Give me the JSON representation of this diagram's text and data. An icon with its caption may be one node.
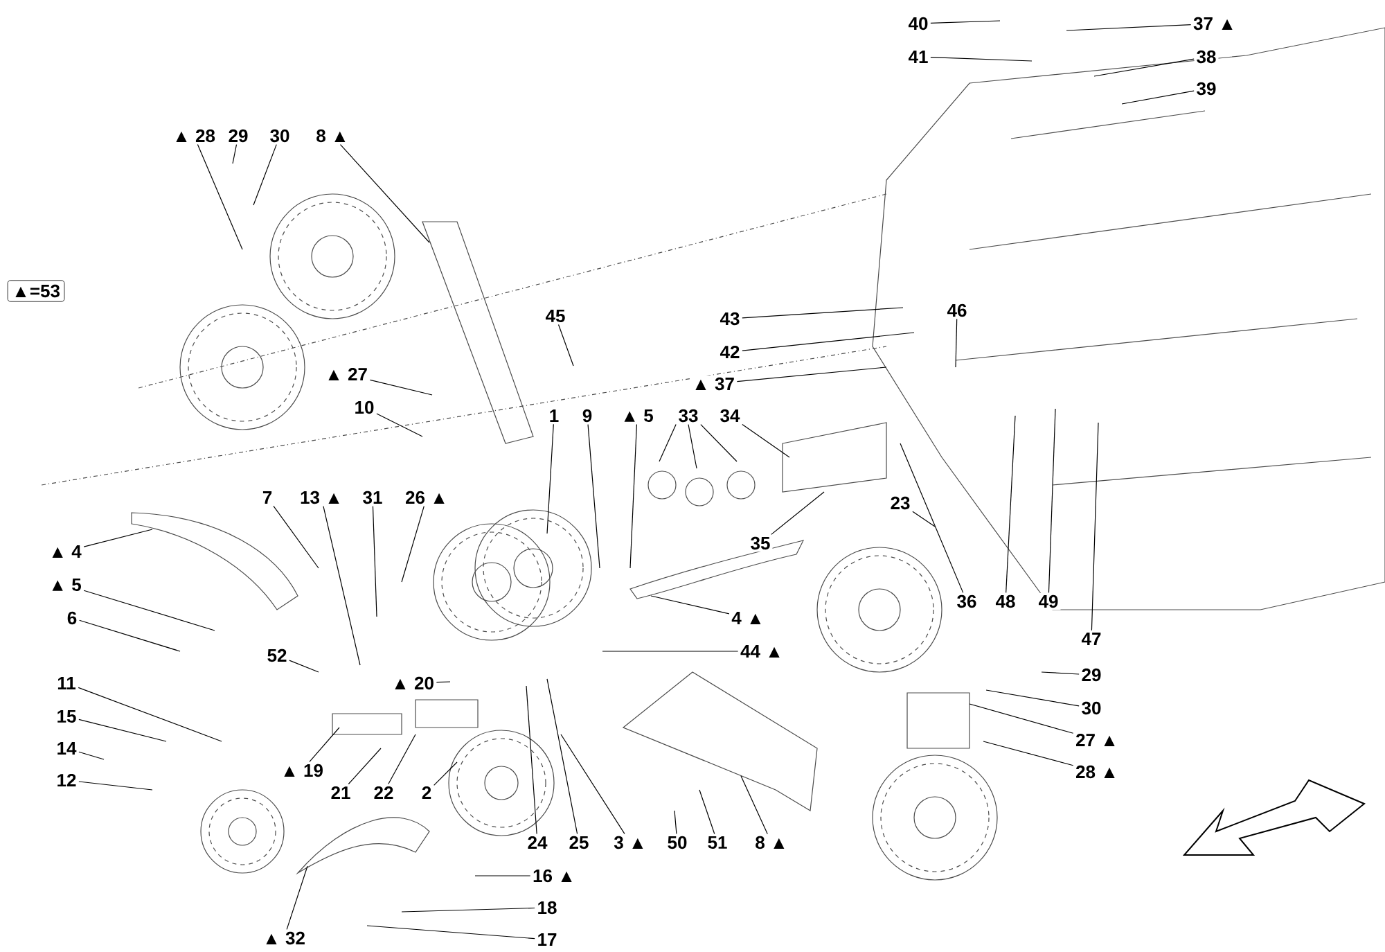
{
  "diagram": {
    "nodes": [
      {
        "text": [
          "▲=53"
        ]
      },
      {
        "text": [
          "▲ 28"
        ]
      },
      {
        "text": [
          "29"
        ]
      },
      {
        "text": [
          "30"
        ]
      },
      {
        "text": [
          "8 ▲"
        ]
      },
      {
        "text": [
          "▲ 27"
        ]
      },
      {
        "text": [
          "10"
        ]
      },
      {
        "text": [
          "45"
        ]
      },
      {
        "text": [
          "1"
        ]
      },
      {
        "text": [
          "9"
        ]
      },
      {
        "text": [
          "▲ 5"
        ]
      },
      {
        "text": [
          "33"
        ]
      },
      {
        "text": [
          "34"
        ]
      },
      {
        "text": [
          "40"
        ]
      },
      {
        "text": [
          "37 ▲"
        ]
      },
      {
        "text": [
          "41"
        ]
      },
      {
        "text": [
          "38"
        ]
      },
      {
        "text": [
          "39"
        ]
      },
      {
        "text": [
          "43"
        ]
      },
      {
        "text": [
          "42"
        ]
      },
      {
        "text": [
          "▲ 37"
        ]
      },
      {
        "text": [
          "46"
        ]
      },
      {
        "text": [
          "▲ 4"
        ]
      },
      {
        "text": [
          "▲ 5"
        ]
      },
      {
        "text": [
          "6"
        ]
      },
      {
        "text": [
          "7"
        ]
      },
      {
        "text": [
          "13 ▲"
        ]
      },
      {
        "text": [
          "31"
        ]
      },
      {
        "text": [
          "26 ▲"
        ]
      },
      {
        "text": [
          "52"
        ]
      },
      {
        "text": [
          "▲ 20"
        ]
      },
      {
        "text": [
          "11"
        ]
      },
      {
        "text": [
          "15"
        ]
      },
      {
        "text": [
          "14"
        ]
      },
      {
        "text": [
          "12"
        ]
      },
      {
        "text": [
          "▲ 19"
        ]
      },
      {
        "text": [
          "21"
        ]
      },
      {
        "text": [
          "22"
        ]
      },
      {
        "text": [
          "2"
        ]
      },
      {
        "text": [
          "24"
        ]
      },
      {
        "text": [
          "25"
        ]
      },
      {
        "text": [
          "3 ▲"
        ]
      },
      {
        "text": [
          "50"
        ]
      },
      {
        "text": [
          "51"
        ]
      },
      {
        "text": [
          "8 ▲"
        ]
      },
      {
        "text": [
          "16 ▲"
        ]
      },
      {
        "text": [
          "18"
        ]
      },
      {
        "text": [
          "17"
        ]
      },
      {
        "text": [
          "▲ 32"
        ]
      },
      {
        "text": [
          "35"
        ]
      },
      {
        "text": [
          "23"
        ]
      },
      {
        "text": [
          "4 ▲"
        ]
      },
      {
        "text": [
          "44 ▲"
        ]
      },
      {
        "text": [
          "36"
        ]
      },
      {
        "text": [
          "48"
        ]
      },
      {
        "text": [
          "49"
        ]
      },
      {
        "text": [
          "47"
        ]
      },
      {
        "text": [
          "29"
        ]
      },
      {
        "text": [
          "30"
        ]
      },
      {
        "text": [
          "27 ▲"
        ]
      },
      {
        "text": [
          "28 ▲"
        ]
      }
    ],
    "edges": [
      {
        "from": 1,
        "to": null,
        "arrow": "none"
      },
      {
        "from": 2,
        "to": null,
        "arrow": "none"
      },
      {
        "from": 3,
        "to": null,
        "arrow": "none"
      },
      {
        "from": 4,
        "to": null,
        "arrow": "none"
      },
      {
        "from": 5,
        "to": null,
        "arrow": "none"
      },
      {
        "from": 6,
        "to": null,
        "arrow": "none"
      },
      {
        "from": 7,
        "to": null,
        "arrow": "none"
      },
      {
        "from": 8,
        "to": null,
        "arrow": "none"
      },
      {
        "from": 9,
        "to": null,
        "arrow": "none"
      },
      {
        "from": 10,
        "to": null,
        "arrow": "none"
      },
      {
        "from": 11,
        "to": null,
        "arrow": "none"
      },
      {
        "from": 11,
        "to": null,
        "arrow": "none"
      },
      {
        "from": 11,
        "to": null,
        "arrow": "none"
      },
      {
        "from": 12,
        "to": null,
        "arrow": "none"
      },
      {
        "from": 13,
        "to": null,
        "arrow": "none"
      },
      {
        "from": 14,
        "to": null,
        "arrow": "none"
      },
      {
        "from": 15,
        "to": null,
        "arrow": "none"
      },
      {
        "from": 16,
        "to": null,
        "arrow": "none"
      },
      {
        "from": 17,
        "to": null,
        "arrow": "none"
      },
      {
        "from": 18,
        "to": null,
        "arrow": "none"
      },
      {
        "from": 19,
        "to": null,
        "arrow": "none"
      },
      {
        "from": 20,
        "to": null,
        "arrow": "none"
      },
      {
        "from": 21,
        "to": null,
        "arrow": "none"
      },
      {
        "from": 22,
        "to": null,
        "arrow": "none"
      },
      {
        "from": 23,
        "to": null,
        "arrow": "none"
      },
      {
        "from": 24,
        "to": null,
        "arrow": "none"
      },
      {
        "from": 25,
        "to": null,
        "arrow": "none"
      },
      {
        "from": 26,
        "to": null,
        "arrow": "none"
      },
      {
        "from": 27,
        "to": null,
        "arrow": "none"
      },
      {
        "from": 28,
        "to": null,
        "arrow": "none"
      },
      {
        "from": 29,
        "to": null,
        "arrow": "none"
      },
      {
        "from": 30,
        "to": null,
        "arrow": "none"
      },
      {
        "from": 31,
        "to": null,
        "arrow": "none"
      },
      {
        "from": 32,
        "to": null,
        "arrow": "none"
      },
      {
        "from": 33,
        "to": null,
        "arrow": "none"
      },
      {
        "from": 34,
        "to": null,
        "arrow": "none"
      },
      {
        "from": 35,
        "to": null,
        "arrow": "none"
      },
      {
        "from": 36,
        "to": null,
        "arrow": "none"
      },
      {
        "from": 37,
        "to": null,
        "arrow": "none"
      },
      {
        "from": 38,
        "to": null,
        "arrow": "none"
      },
      {
        "from": 39,
        "to": null,
        "arrow": "none"
      },
      {
        "from": 40,
        "to": null,
        "arrow": "none"
      },
      {
        "from": 41,
        "to": null,
        "arrow": "none"
      },
      {
        "from": 42,
        "to": null,
        "arrow": "none"
      },
      {
        "from": 43,
        "to": null,
        "arrow": "none"
      },
      {
        "from": 44,
        "to": null,
        "arrow": "none"
      },
      {
        "from": 45,
        "to": null,
        "arrow": "none"
      },
      {
        "from": 46,
        "to": null,
        "arrow": "none"
      },
      {
        "from": 47,
        "to": null,
        "arrow": "none"
      },
      {
        "from": 48,
        "to": null,
        "arrow": "none"
      },
      {
        "from": 49,
        "to": null,
        "arrow": "none"
      },
      {
        "from": 50,
        "to": null,
        "arrow": "none"
      },
      {
        "from": 51,
        "to": null,
        "arrow": "none"
      },
      {
        "from": 52,
        "to": null,
        "arrow": "none"
      },
      {
        "from": 53,
        "to": null,
        "arrow": "none"
      },
      {
        "from": 54,
        "to": null,
        "arrow": "none"
      },
      {
        "from": 55,
        "to": null,
        "arrow": "none"
      },
      {
        "from": 56,
        "to": null,
        "arrow": "none"
      },
      {
        "from": 57,
        "to": null,
        "arrow": "none"
      },
      {
        "from": 58,
        "to": null,
        "arrow": "none"
      },
      {
        "from": 59,
        "to": null,
        "arrow": "none"
      },
      {
        "from": 60,
        "to": null,
        "arrow": "none"
      }
    ]
  }
}
